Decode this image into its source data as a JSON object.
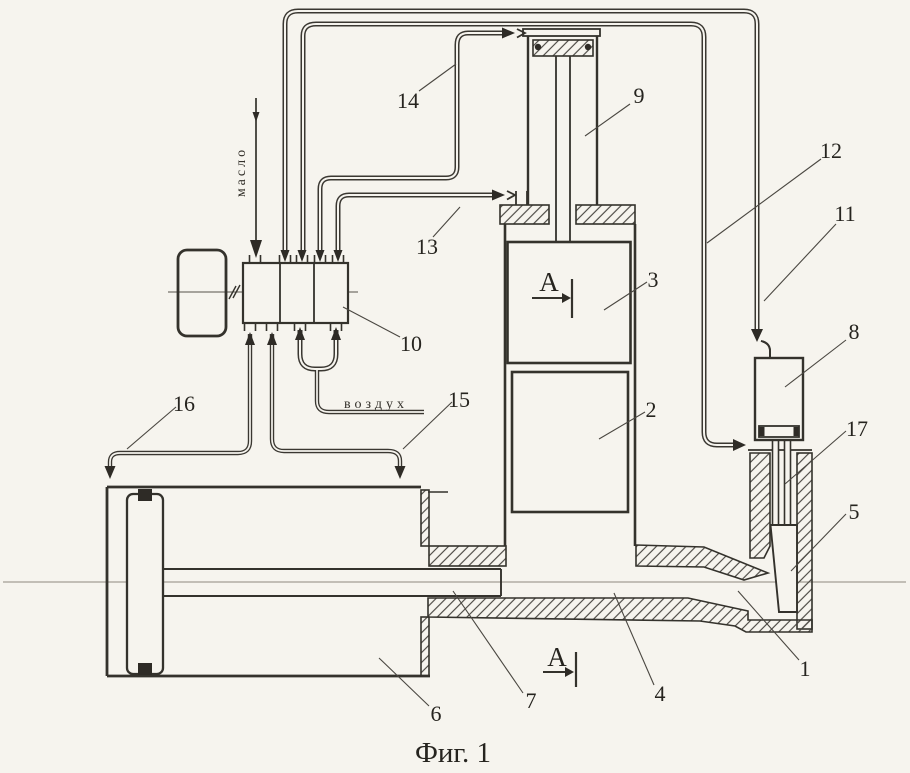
{
  "figure": {
    "caption": "Фиг. 1"
  },
  "words": {
    "oil": "масло",
    "air": "воздух"
  },
  "section_marks": {
    "top": "А",
    "bottom": "А"
  },
  "part_labels": {
    "p1": "1",
    "p2": "2",
    "p3": "3",
    "p4": "4",
    "p5": "5",
    "p6": "6",
    "p7": "7",
    "p8": "8",
    "p9": "9",
    "p10": "10",
    "p11": "11",
    "p12": "12",
    "p13": "13",
    "p14": "14",
    "p15": "15",
    "p16": "16",
    "p17": "17"
  },
  "colors": {
    "paper": "#f6f4ee",
    "ink": "#34322c"
  }
}
